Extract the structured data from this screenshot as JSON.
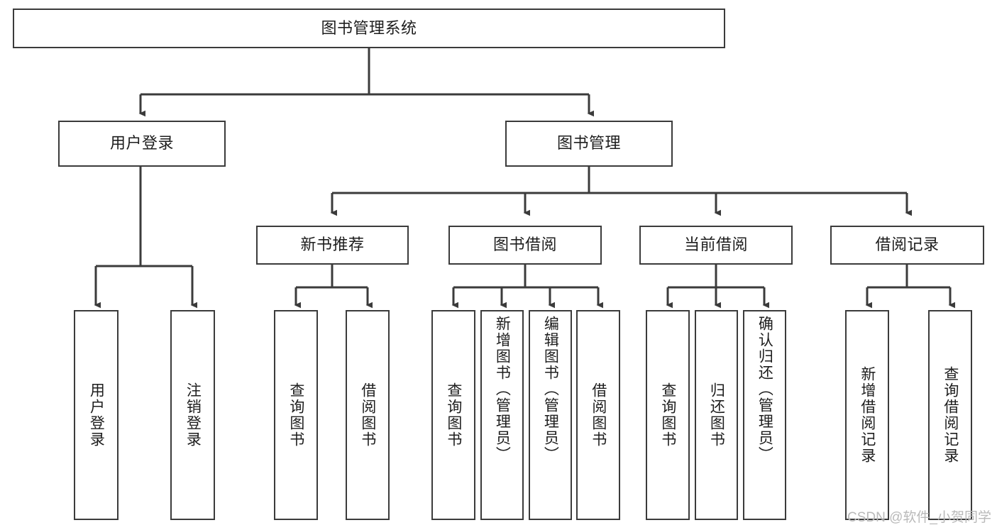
{
  "diagram": {
    "title": "图书管理系统",
    "watermark": "CSDN @软件_小贺同学",
    "stroke_color": "#3b3b3b",
    "text_color": "#1d1d1d",
    "background": "#ffffff",
    "root": {
      "label": "图书管理系统"
    },
    "level2": [
      {
        "label": "用户登录"
      },
      {
        "label": "图书管理"
      }
    ],
    "level3": [
      {
        "label": "新书推荐"
      },
      {
        "label": "图书借阅"
      },
      {
        "label": "当前借阅"
      },
      {
        "label": "借阅记录"
      }
    ],
    "leaves": {
      "user_login": [
        {
          "label": "用户登录"
        },
        {
          "label": "注销登录"
        }
      ],
      "new_book_recommend": [
        {
          "label": "查询图书"
        },
        {
          "label": "借阅图书"
        }
      ],
      "book_borrow": [
        {
          "label": "查询图书"
        },
        {
          "label": "新增图书（管理员）"
        },
        {
          "label": "编辑图书（管理员）"
        },
        {
          "label": "借阅图书"
        }
      ],
      "current_borrow": [
        {
          "label": "查询图书"
        },
        {
          "label": "归还图书"
        },
        {
          "label": "确认归还（管理员）"
        }
      ],
      "borrow_record": [
        {
          "label": "新增借阅记录"
        },
        {
          "label": "查询借阅记录"
        }
      ]
    }
  }
}
